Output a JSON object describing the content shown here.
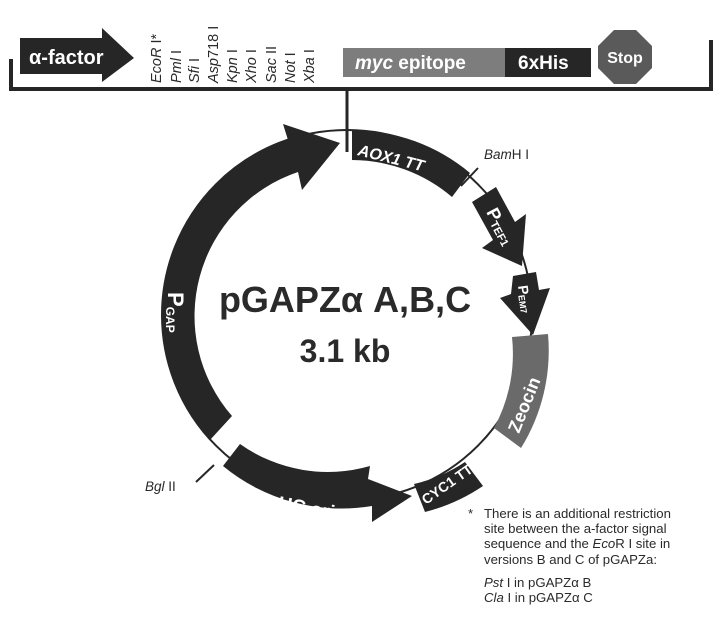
{
  "plasmid": {
    "name": "pGAPZα A,B,C",
    "size": "3.1 kb"
  },
  "mcs_bar": {
    "signal": "α-factor",
    "restriction_sites": [
      "EcoR I*",
      "Pml I",
      "Sfi I",
      "Asp718 I",
      "Kpn I",
      "Xho I",
      "Sac II",
      "Not I",
      "Xba I"
    ],
    "tags": {
      "myc_italic": "myc",
      "myc_rest": " epitope",
      "his": "6xHis"
    },
    "stop": "Stop"
  },
  "features": {
    "pgap": {
      "main": "P",
      "sub": "GAP"
    },
    "aox1tt": "AOX1 TT",
    "bamhi": {
      "italic": "Bam",
      "rest": "H I"
    },
    "ptef1": {
      "main": "P",
      "sub": "TEF1"
    },
    "pem7": {
      "main": "P",
      "sub": "EM7"
    },
    "zeocin": "Zeocin",
    "cyc1tt": "CYC1 TT",
    "puc_ori": "pUC ori",
    "bglii": {
      "italic": "Bgl",
      "rest": " II"
    }
  },
  "footnote": {
    "star": "*",
    "line1": "There is an additional restriction",
    "line2": "site between the a-factor signal",
    "line3_a": "sequence and the ",
    "line3_italic": "Eco",
    "line3_b": "R I site in",
    "line4": "versions B and C of pGAPZa:",
    "pst_italic": "Pst",
    "pst_rest": " I in pGAPZα B",
    "cla_italic": "Cla",
    "cla_rest": " I in pGAPZα C"
  },
  "colors": {
    "dark": "#262626",
    "gray": "#6a6a6a",
    "myc_gray": "#7d7d7d",
    "stop_gray": "#5a5a5a"
  }
}
